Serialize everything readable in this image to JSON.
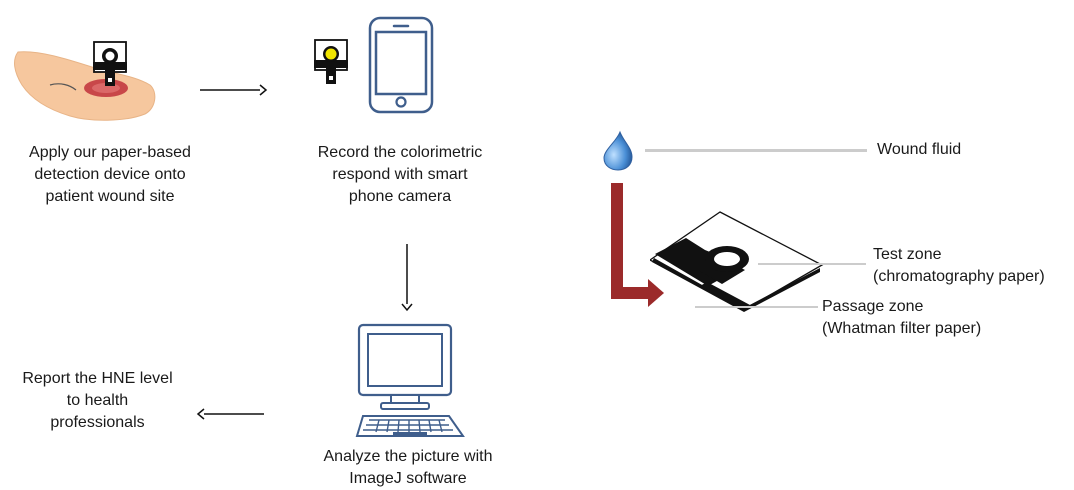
{
  "steps": {
    "apply": {
      "lines": [
        "Apply our paper-based",
        "detection device onto",
        "patient wound site"
      ]
    },
    "record": {
      "lines": [
        "Record the colorimetric",
        "respond with smart",
        "phone camera"
      ]
    },
    "analyze": {
      "lines": [
        "Analyze the picture with",
        "ImageJ software"
      ]
    },
    "report": {
      "lines": [
        "Report the HNE level",
        "to health",
        "professionals"
      ]
    }
  },
  "device_labels": {
    "wound_fluid": "Wound fluid",
    "test_zone": {
      "lines": [
        "Test zone",
        "(chromatography paper)"
      ]
    },
    "passage_zone": {
      "lines": [
        "Passage zone",
        "(Whatman filter paper)"
      ]
    }
  },
  "colors": {
    "arrow": "#111111",
    "skin": "#f6c79e",
    "wound": "#c0303a",
    "device_yellow": "#f2e600",
    "outline_blue": "#3f5e8c",
    "drop_blue": "#4a8fd6",
    "flow_arrow": "#9b2a2a"
  }
}
